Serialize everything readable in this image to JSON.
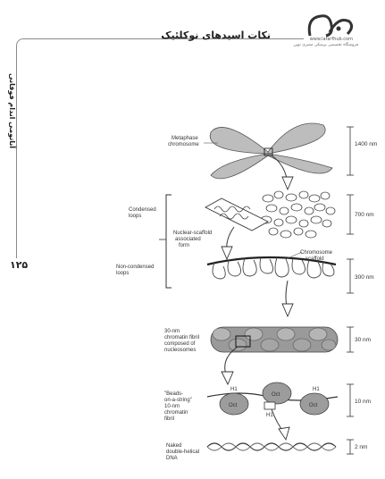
{
  "header": {
    "title": "نکات اسیدهای نوکلئیک",
    "side_title": "آناتومی اندام فوقانی",
    "page_number": "۱۲۵"
  },
  "logo": {
    "url": "www.lafarfhub.com",
    "tagline": "فروشگاه تخصصی پزشکی مصری نوین"
  },
  "diagram": {
    "labels": {
      "metaphase": [
        "Metaphase",
        "chromosome"
      ],
      "condensed": [
        "Condensed",
        "loops"
      ],
      "scaffold": [
        "Nuclear-scaffold",
        "associated",
        "form"
      ],
      "chromosome_scaffold": [
        "Chromosome",
        "scaffold"
      ],
      "noncondensed": [
        "Non-condensed",
        "loops"
      ],
      "fibril30": [
        "30-nm",
        "chromatin fibril",
        "composed of",
        "nucleosomes"
      ],
      "beads": [
        "\"Beads-",
        "on-a-string\"",
        "10-nm",
        "chromatin",
        "fibril"
      ],
      "dna": [
        "Naked",
        "double-helical",
        "DNA"
      ],
      "h1": "H1",
      "oct": "Oct"
    },
    "scales": [
      "1400 nm",
      "700 nm",
      "300 nm",
      "30 nm",
      "10 nm",
      "2 nm"
    ]
  }
}
